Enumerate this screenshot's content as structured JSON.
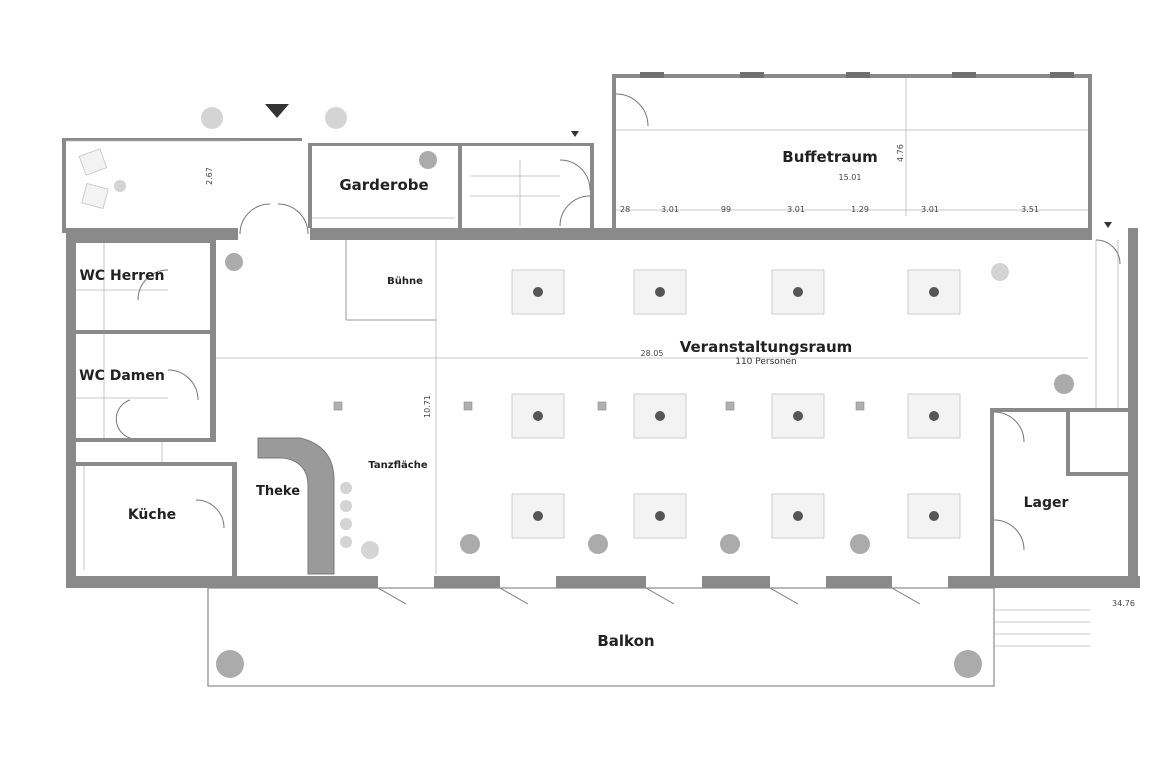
{
  "rooms": {
    "wc_herren": "WC Herren",
    "wc_damen": "WC Damen",
    "kueche": "Küche",
    "theke": "Theke",
    "garderobe": "Garderobe",
    "buehne": "Bühne",
    "tanzflaeche": "Tanzfläche",
    "buffetraum": "Buffetraum",
    "veranstaltungsraum": "Veranstaltungsraum",
    "veranstaltungsraum_capacity": "110 Personen",
    "lager": "Lager",
    "balkon": "Balkon"
  },
  "dimensions": {
    "entrance_depth": "2.67",
    "buffet_length": "15.01",
    "buffet_depth": "4.76",
    "seg_1": "28",
    "seg_2": "3.01",
    "seg_3": "99",
    "seg_4": "3.01",
    "seg_5": "1.29",
    "seg_6": "3.01",
    "seg_7": "3.51",
    "hall_length": "28.05",
    "hall_depth": "10.71",
    "total_length": "34.76"
  }
}
